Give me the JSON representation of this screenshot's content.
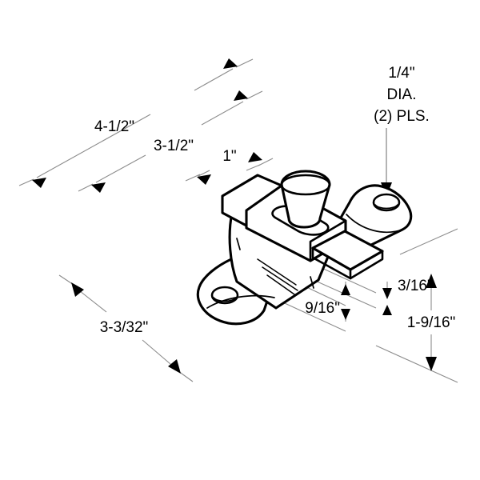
{
  "drawing": {
    "title": "Isometric mounting bracket dimensioned drawing",
    "background_color": "#ffffff",
    "line_color": "#000000",
    "dimension_line_color": "#8c8c8c",
    "projection": "isometric"
  },
  "dimensions": {
    "overall_length": "4-1/2\"",
    "body_length": "3-1/2\"",
    "boss_width": "1\"",
    "base_width": "3-3/32\"",
    "tab_thickness": "3/16\"",
    "tab_offset": "9/16\"",
    "overall_height": "1-9/16\""
  },
  "notes": {
    "hole_callout_line1": "1/4\"",
    "hole_callout_line2": "DIA.",
    "hole_callout_line3": "(2) PLS."
  },
  "features": {
    "stud_name": "tapered-stud",
    "slot_name": "rounded-slot",
    "hole_count": 2,
    "tab_name": "flat-tab"
  }
}
